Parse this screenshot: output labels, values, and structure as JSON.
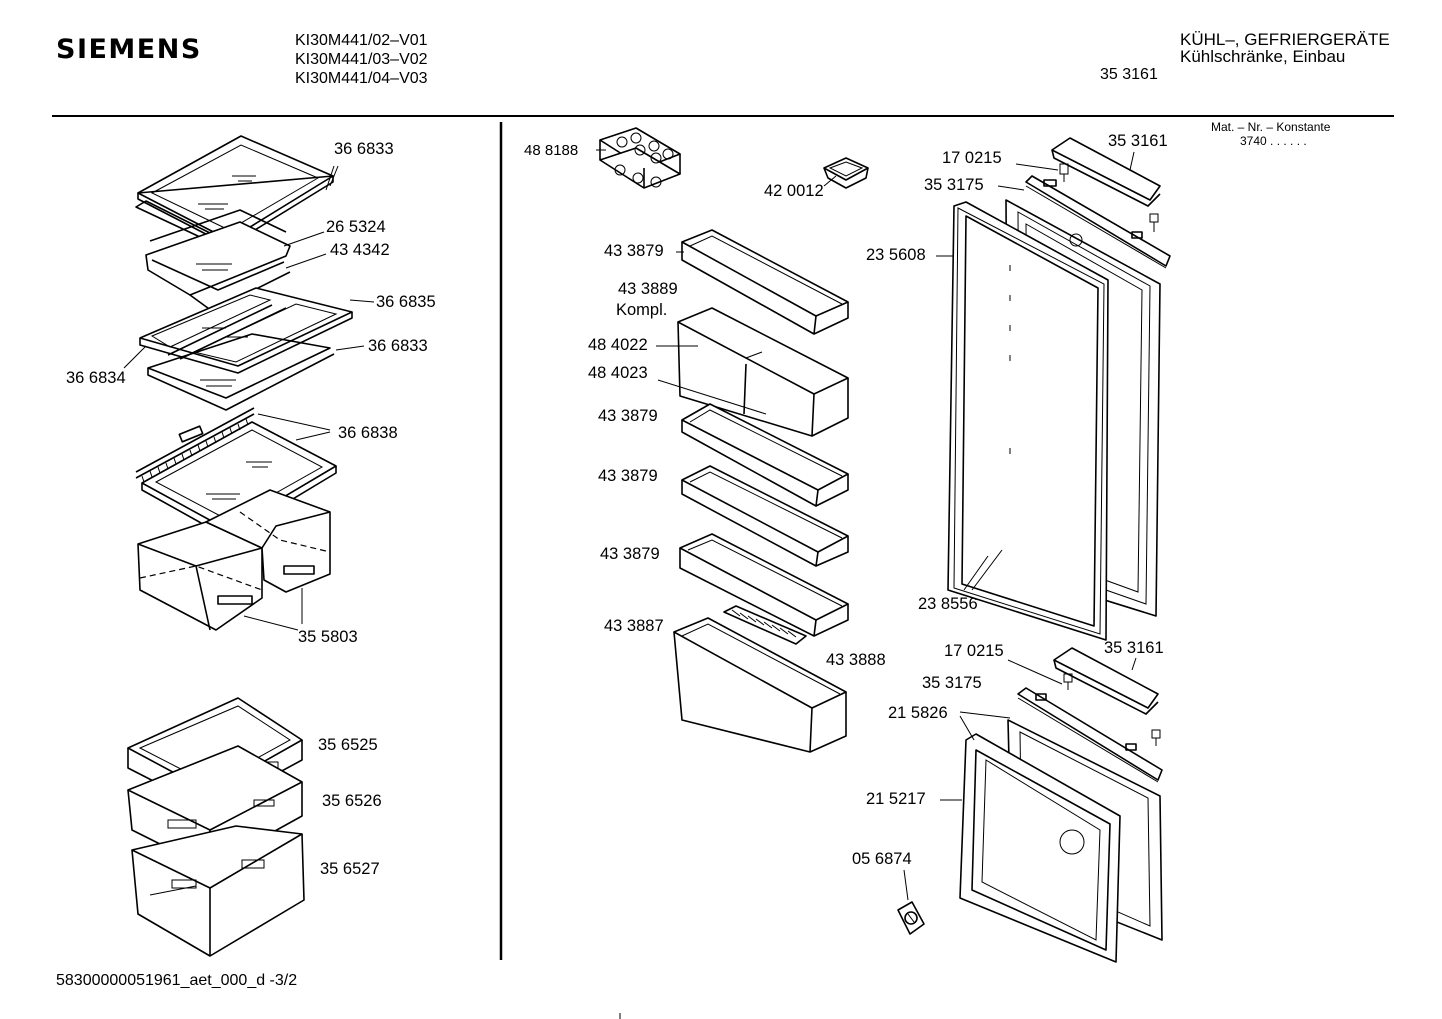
{
  "header": {
    "brand": "SIEMENS",
    "models": [
      "KI30M441/02–V01",
      "KI30M441/03–V02",
      "KI30M441/04–V03"
    ],
    "category": "KÜHL–, GEFRIERGERÄTE",
    "subcategory": "Kühlschränke, Einbau",
    "catalog_number": "35 3161",
    "mat_nr_label": "Mat. – Nr. – Konstante",
    "mat_nr_value": "3740  .  .  .  .  .  ."
  },
  "footer": {
    "document_id": "58300000051961_aet_000_d  -3/2"
  },
  "part_labels": [
    {
      "id": "p1",
      "text": "36 6833"
    },
    {
      "id": "p2",
      "text": "26 5324"
    },
    {
      "id": "p3",
      "text": "43 4342"
    },
    {
      "id": "p4",
      "text": "36 6835"
    },
    {
      "id": "p5",
      "text": "36 6833"
    },
    {
      "id": "p6",
      "text": "36 6834"
    },
    {
      "id": "p7",
      "text": "36 6838"
    },
    {
      "id": "p8",
      "text": "35 5803"
    },
    {
      "id": "p9",
      "text": "35 6525"
    },
    {
      "id": "p10",
      "text": "35 6526"
    },
    {
      "id": "p11",
      "text": "35 6527"
    },
    {
      "id": "p12",
      "text": "48 8188"
    },
    {
      "id": "p13",
      "text": "42 0012"
    },
    {
      "id": "p14",
      "text": "43 3879"
    },
    {
      "id": "p15",
      "text": "43 3889"
    },
    {
      "id": "p16",
      "text": "Kompl."
    },
    {
      "id": "p17",
      "text": "48 4022"
    },
    {
      "id": "p18",
      "text": "48 4023"
    },
    {
      "id": "p19",
      "text": "43 3879"
    },
    {
      "id": "p20",
      "text": "43 3879"
    },
    {
      "id": "p21",
      "text": "43 3879"
    },
    {
      "id": "p22",
      "text": "43 3887"
    },
    {
      "id": "p23",
      "text": "43 3888"
    },
    {
      "id": "p24",
      "text": "17 0215"
    },
    {
      "id": "p25",
      "text": "35 3161"
    },
    {
      "id": "p26",
      "text": "35 3175"
    },
    {
      "id": "p27",
      "text": "23 5608"
    },
    {
      "id": "p28",
      "text": "23 8556"
    },
    {
      "id": "p29",
      "text": "17 0215"
    },
    {
      "id": "p30",
      "text": "35 3161"
    },
    {
      "id": "p31",
      "text": "35 3175"
    },
    {
      "id": "p32",
      "text": "21 5826"
    },
    {
      "id": "p33",
      "text": "21 5217"
    },
    {
      "id": "p34",
      "text": "05 6874"
    }
  ]
}
